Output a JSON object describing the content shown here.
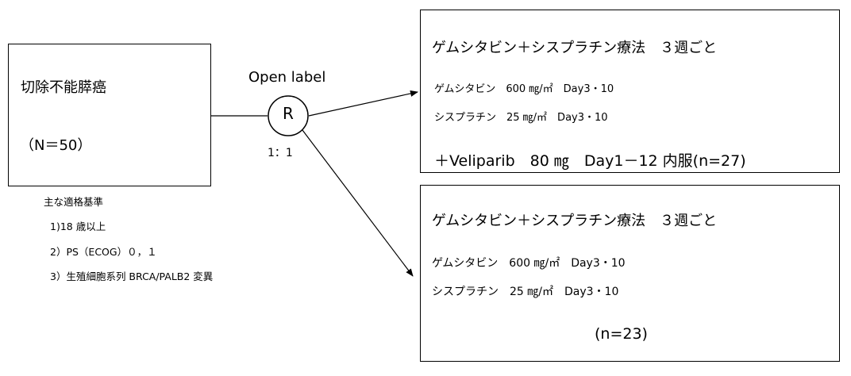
{
  "population": {
    "title": "切除不能膵癌",
    "n": "（N＝50）"
  },
  "randomization": {
    "label": "Open label",
    "symbol": "R",
    "ratio": "1：1"
  },
  "criteria": {
    "heading": "主な適格基準",
    "items": [
      "1)18 歳以上",
      "2）PS（ECOG）０，１",
      "3）生殖細胞系列 BRCA/PALB2 変異"
    ]
  },
  "arm_a": {
    "title": "ゲムシタビン＋シスプラチン療法　３週ごと",
    "line1": "ゲムシタビン　600 ㎎/㎡　Day3・10",
    "line2": "シスプラチン　25 ㎎/㎡　Day3・10",
    "extra": "＋Veliparib　80 ㎎　Day1－12 内服(n=27)"
  },
  "arm_b": {
    "title": "ゲムシタビン＋シスプラチン療法　３週ごと",
    "line1": "ゲムシタビン　600 ㎎/㎡　Day3・10",
    "line2": "シスプラチン　25 ㎎/㎡　Day3・10",
    "n": "(n=23)"
  }
}
